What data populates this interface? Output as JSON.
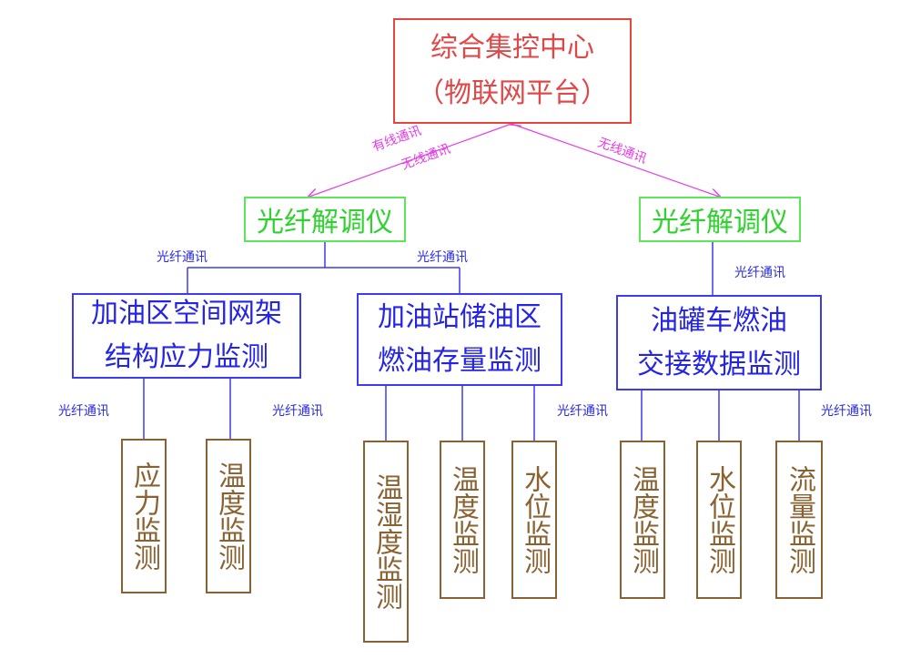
{
  "root": {
    "line1": "综合集控中心",
    "line2": "（物联网平台）"
  },
  "links": {
    "wired": "有线通讯",
    "wireless_left": "无线通讯",
    "wireless_right": "无线通讯",
    "fiber": "光纤通讯"
  },
  "demodulators": {
    "left": "光纤解调仪",
    "right": "光纤解调仪"
  },
  "systems": [
    {
      "line1": "加油区空间网架",
      "line2": "结构应力监测"
    },
    {
      "line1": "加油站储油区",
      "line2": "燃油存量监测"
    },
    {
      "line1": "油罐车燃油",
      "line2": "交接数据监测"
    }
  ],
  "leaves": [
    "应力监测",
    "温度监测",
    "温湿度监测",
    "温度监测",
    "水位监测",
    "温度监测",
    "水位监测",
    "流量监测"
  ],
  "colors": {
    "root": "#e04848",
    "demodulator": "#2fd22f",
    "system": "#2424e8",
    "leaf": "#8a6231",
    "wireless_link": "#e83be8",
    "fiber_link": "#2a2ae0"
  }
}
